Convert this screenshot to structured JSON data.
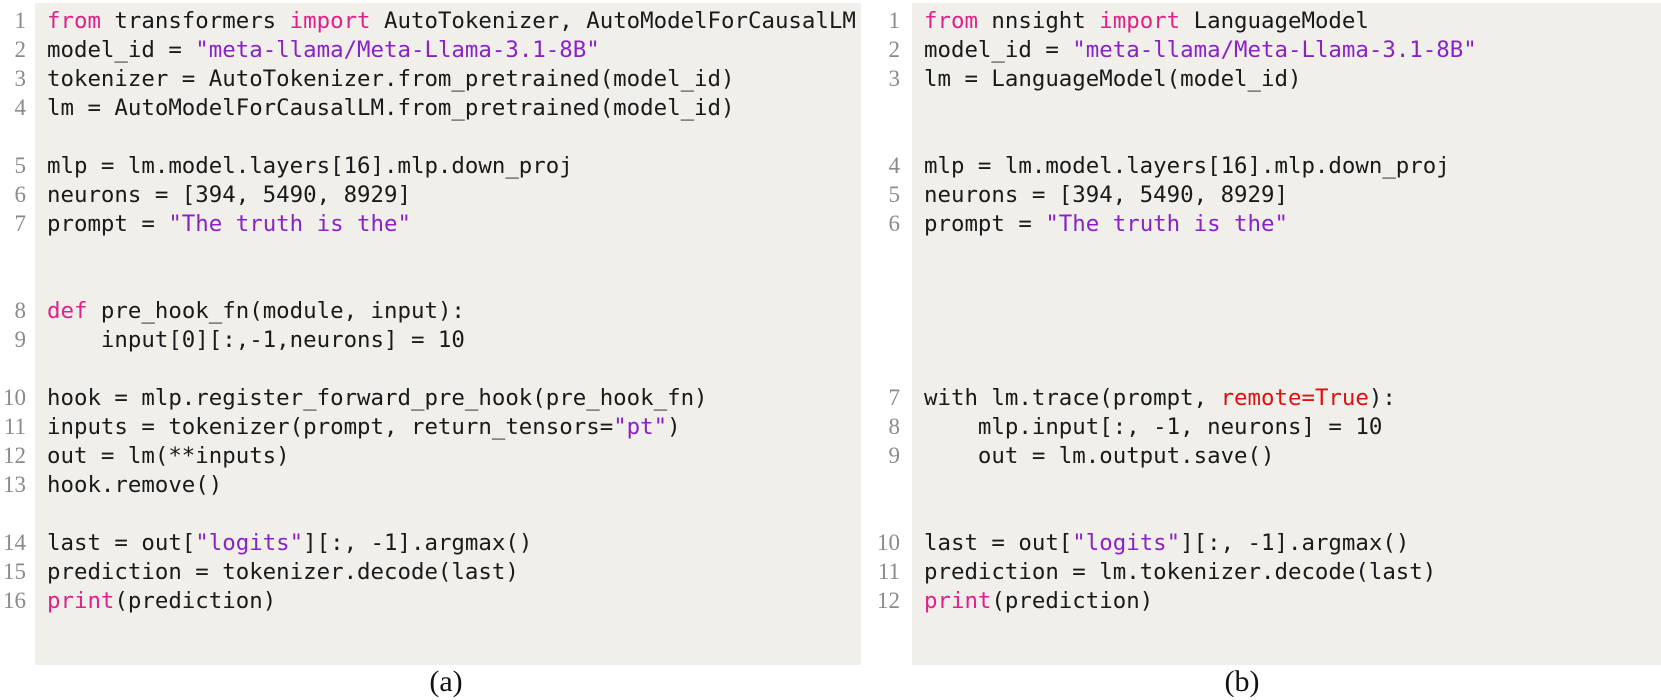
{
  "panels": [
    {
      "id": "a",
      "caption": "(a)",
      "lines": [
        {
          "n": "1",
          "t": [
            [
              "kw",
              "from"
            ],
            [
              "",
              "  transformers "
            ],
            [
              "kw",
              "import"
            ],
            [
              "",
              " AutoTokenizer, AutoModelForCausalLM"
            ]
          ]
        },
        {
          "n": "2",
          "t": [
            [
              "",
              "model_id = "
            ],
            [
              "str",
              "\"meta-llama/Meta-Llama-3.1-8B\""
            ]
          ]
        },
        {
          "n": "3",
          "t": [
            [
              "",
              "tokenizer = AutoTokenizer.from_pretrained(model_id)"
            ]
          ]
        },
        {
          "n": "4",
          "t": [
            [
              "",
              "lm = AutoModelForCausalLM.from_pretrained(model_id)"
            ]
          ]
        },
        {
          "n": "5",
          "t": [
            [
              "",
              "mlp = lm.model.layers[16].mlp.down_proj"
            ]
          ]
        },
        {
          "n": "6",
          "t": [
            [
              "",
              "neurons = [394, 5490, 8929]"
            ]
          ]
        },
        {
          "n": "7",
          "t": [
            [
              "",
              "prompt = "
            ],
            [
              "str",
              "\"The truth is the\""
            ]
          ]
        },
        {
          "n": "8",
          "t": [
            [
              "kw",
              "def"
            ],
            [
              "",
              " pre_hook_fn(module, input):"
            ]
          ]
        },
        {
          "n": "9",
          "t": [
            [
              "",
              "    input[0][:,-1,neurons] = 10"
            ]
          ]
        },
        {
          "n": "10",
          "t": [
            [
              "",
              "hook = mlp.register_forward_pre_hook(pre_hook_fn)"
            ]
          ]
        },
        {
          "n": "11",
          "t": [
            [
              "",
              "inputs = tokenizer(prompt, return_tensors="
            ],
            [
              "str",
              "\"pt\""
            ],
            [
              "",
              ")"
            ]
          ]
        },
        {
          "n": "12",
          "t": [
            [
              "",
              "out = lm(**inputs)"
            ]
          ]
        },
        {
          "n": "13",
          "t": [
            [
              "",
              "hook.remove()"
            ]
          ]
        },
        {
          "n": "14",
          "t": [
            [
              "",
              "last = out["
            ],
            [
              "str",
              "\"logits\""
            ],
            [
              "",
              "][:, -1].argmax()"
            ]
          ]
        },
        {
          "n": "15",
          "t": [
            [
              "",
              "prediction = tokenizer.decode(last)"
            ]
          ]
        },
        {
          "n": "16",
          "t": [
            [
              "kw",
              "print"
            ],
            [
              "",
              "(prediction)"
            ]
          ]
        }
      ]
    },
    {
      "id": "b",
      "caption": "(b)",
      "lines": [
        {
          "n": "1",
          "t": [
            [
              "kw",
              "from"
            ],
            [
              "",
              " nnsight "
            ],
            [
              "kw",
              "import"
            ],
            [
              "",
              " LanguageModel"
            ]
          ]
        },
        {
          "n": "2",
          "t": [
            [
              "",
              "model_id = "
            ],
            [
              "str",
              "\"meta-llama/Meta-Llama-3.1-8B\""
            ]
          ]
        },
        {
          "n": "3",
          "t": [
            [
              "",
              "lm = LanguageModel(model_id)"
            ]
          ]
        },
        {
          "n": "4",
          "t": [
            [
              "",
              "mlp = lm.model.layers[16].mlp.down_proj"
            ]
          ]
        },
        {
          "n": "5",
          "t": [
            [
              "",
              "neurons = [394, 5490, 8929]"
            ]
          ]
        },
        {
          "n": "6",
          "t": [
            [
              "",
              "prompt = "
            ],
            [
              "str",
              "\"The truth is the\""
            ]
          ]
        },
        {
          "n": "7",
          "t": [
            [
              "",
              "with lm.trace(prompt, "
            ],
            [
              "red",
              "remote=True"
            ],
            [
              "",
              "):"
            ]
          ]
        },
        {
          "n": "8",
          "t": [
            [
              "",
              "    mlp.input[:, -1, neurons] = 10"
            ]
          ]
        },
        {
          "n": "9",
          "t": [
            [
              "",
              "    out = lm.output.save()"
            ]
          ]
        },
        {
          "n": "10",
          "t": [
            [
              "",
              "last = out["
            ],
            [
              "str",
              "\"logits\""
            ],
            [
              "",
              "][:, -1].argmax()"
            ]
          ]
        },
        {
          "n": "11",
          "t": [
            [
              "",
              "prediction = lm.tokenizer.decode(last)"
            ]
          ]
        },
        {
          "n": "12",
          "t": [
            [
              "kw",
              "print"
            ],
            [
              "",
              "(prediction)"
            ]
          ]
        }
      ]
    }
  ]
}
